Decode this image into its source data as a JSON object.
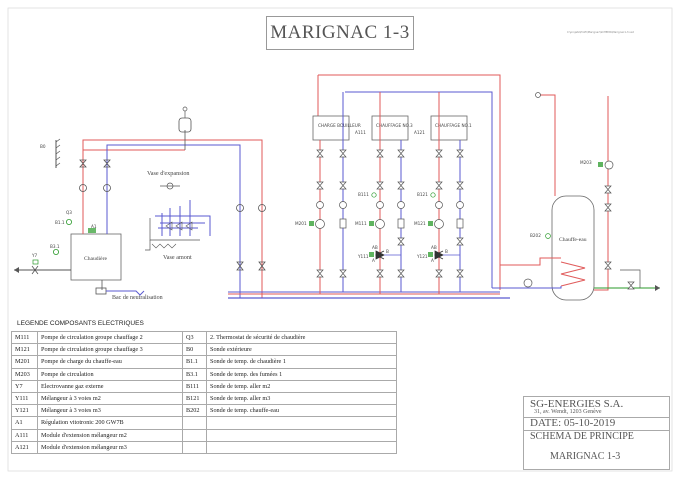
{
  "title": "MARIGNAC 1-3",
  "header_note": "C:\\projets\\Profil\\Marignac\\SCHEMA\\Marignac1-3.vsd",
  "diagram_labels": {
    "b0": "B0",
    "q3": "Q3",
    "a1": "A1",
    "b31": "B3.1",
    "y7": "Y7",
    "boiler": "Chaudière",
    "neutralisation": "Bac de neutralisation",
    "vase_expansion": "Vase d'expansion",
    "vase_amont": "Vase amont",
    "charge_bouilleur": "CHARGE BOUILLEUR",
    "chauffage3": "CHAUFFAGE NO.3",
    "chauffage1": "CHAUFFAGE NO.1",
    "a111": "A111",
    "a121": "A121",
    "m201": "M201",
    "m111": "M111",
    "m121": "M121",
    "b111": "B111",
    "b121": "B121",
    "y111": "Y111",
    "y121": "Y121",
    "m203": "M203",
    "b202": "B202",
    "chauffe_eau": "Chauffe-eau",
    "ab": "AB",
    "a": "A",
    "b": "B"
  },
  "legend": {
    "title": "LEGENDE  COMPOSANTS ELECTRIQUES",
    "rows": [
      {
        "code1": "M111",
        "desc1": "Pompe de circulation groupe chauffage 2",
        "code2": "Q3",
        "desc2": "2. Thermostat de sécurité de chaudière"
      },
      {
        "code1": "M121",
        "desc1": "Pompe de circulation groupe chauffage 3",
        "code2": "B0",
        "desc2": "Sonde extérieure"
      },
      {
        "code1": "M201",
        "desc1": "Pompe de charge du chauffe-eau",
        "code2": "B1.1",
        "desc2": "Sonde de temp. de chaudière 1"
      },
      {
        "code1": "M203",
        "desc1": "Pompe de circulation",
        "code2": "B3.1",
        "desc2": "Sonde de temp. des fumées 1"
      },
      {
        "code1": "Y7",
        "desc1": "Electrovanne gaz externe",
        "code2": "B111",
        "desc2": "Sonde de temp. aller m2"
      },
      {
        "code1": "Y111",
        "desc1": "Mélangeur à 3 voies m2",
        "code2": "B121",
        "desc2": "Sonde de temp. aller m3"
      },
      {
        "code1": "Y121",
        "desc1": "Mélangeur à 3 voies m3",
        "code2": "B202",
        "desc2": "Sonde de temp. chauffe-eau"
      },
      {
        "code1": "A1",
        "desc1": "Régulation vitotronic 200 GW7B",
        "code2": "",
        "desc2": ""
      },
      {
        "code1": "A111",
        "desc1": "Module d'extension mélangeur m2",
        "code2": "",
        "desc2": ""
      },
      {
        "code1": "A121",
        "desc1": "Module d'extension mélangeur m3",
        "code2": "",
        "desc2": ""
      }
    ]
  },
  "cartouche": {
    "company": "SG-ENERGIES S.A.",
    "address": "31, av. Wendt, 1203 Genève",
    "date": "DATE: 05-10-2019",
    "schema": "SCHEMA DE PRINCIPE",
    "project": "MARIGNAC 1-3"
  },
  "colors": {
    "supply": "#e05a5a",
    "return": "#5a5ad0",
    "sensor": "#2a9a2a",
    "line": "#555555"
  }
}
